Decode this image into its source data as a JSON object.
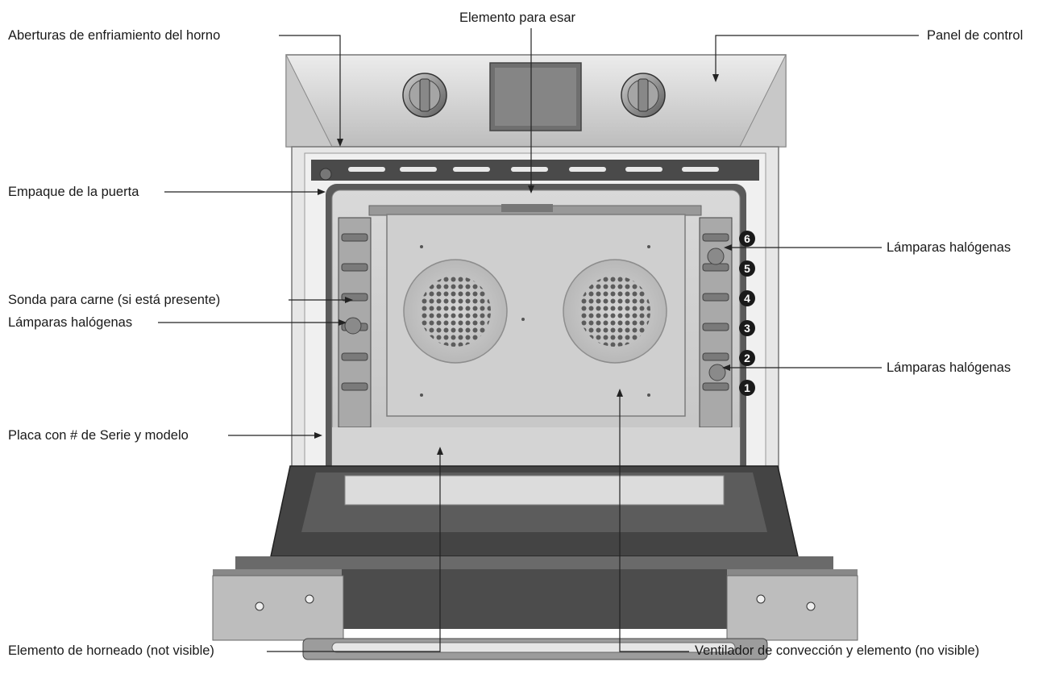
{
  "labels": {
    "cooling_vents": "Aberturas de enfriamiento del horno",
    "broil_element": "Elemento para esar",
    "control_panel": "Panel de control",
    "door_gasket": "Empaque de la puerta",
    "meat_probe": "Sonda para carne (si está presente)",
    "halogen_left": "Lámparas halógenas",
    "halogen_right_top": "Lámparas halógenas",
    "halogen_right_bottom": "Lámparas halógenas",
    "serial_plate": "Placa con # de Serie y modelo",
    "bake_element": "Elemento de horneado (not visible)",
    "convection_fan": "Ventilador de convección y elemento (no visible)"
  },
  "rack_positions": [
    "6",
    "5",
    "4",
    "3",
    "2",
    "1"
  ]
}
